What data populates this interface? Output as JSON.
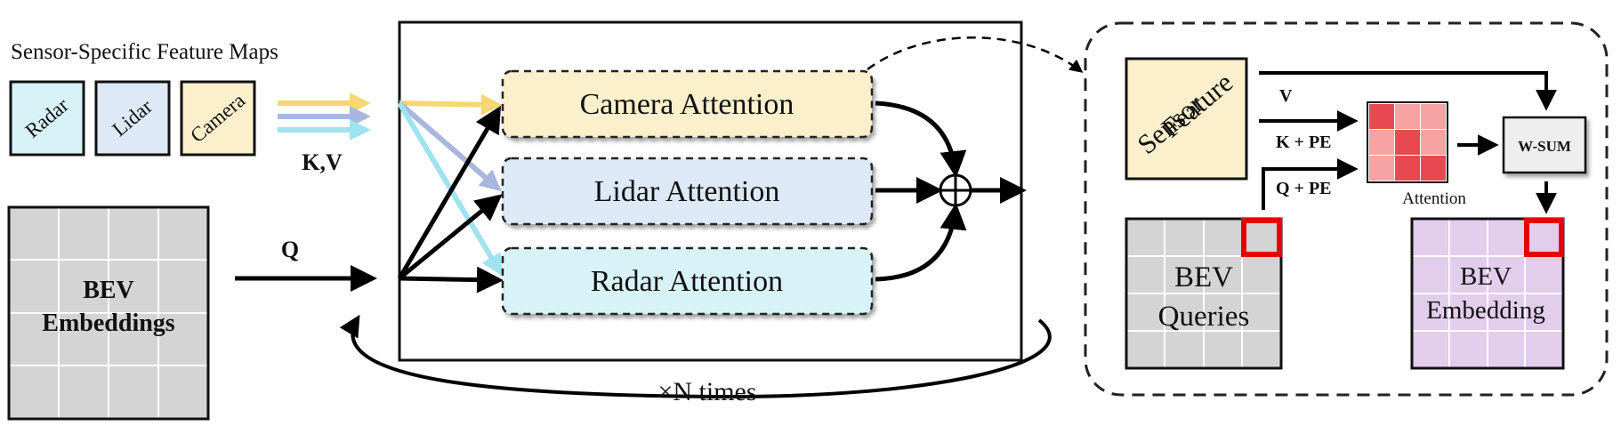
{
  "colors": {
    "camera": "#fbefcc",
    "lidar": "#dde9f6",
    "radar": "#d8f3f8",
    "bev_gray": "#d4d4d4",
    "bev_purple": "#e2cdec",
    "highlight_red": "#e60000",
    "attn_dark": "#e8484f",
    "attn_light": "#f7a3a3",
    "arrow_yellow": "#f7d774",
    "arrow_blue": "#a9b7df",
    "arrow_cyan": "#9fe3f0"
  },
  "feature_maps": {
    "title": "Sensor-Specific Feature Maps",
    "radar": "Radar",
    "lidar": "Lidar",
    "camera": "Camera",
    "kv_label": "K,V"
  },
  "bev_input": {
    "line1": "BEV",
    "line2": "Embeddings",
    "q_label": "Q"
  },
  "attention_block": {
    "camera": "Camera Attention",
    "lidar": "Lidar Attention",
    "radar": "Radar Attention",
    "repeat_label": "×N times"
  },
  "detail": {
    "sensor_line1": "Sensor",
    "sensor_line2": "Feature",
    "v_label": "V",
    "k_label": "K + PE",
    "q_label": "Q + PE",
    "attention_label": "Attention",
    "wsum_label": "W-SUM",
    "queries_line1": "BEV",
    "queries_line2": "Queries",
    "embedding_line1": "BEV",
    "embedding_line2": "Embedding"
  }
}
